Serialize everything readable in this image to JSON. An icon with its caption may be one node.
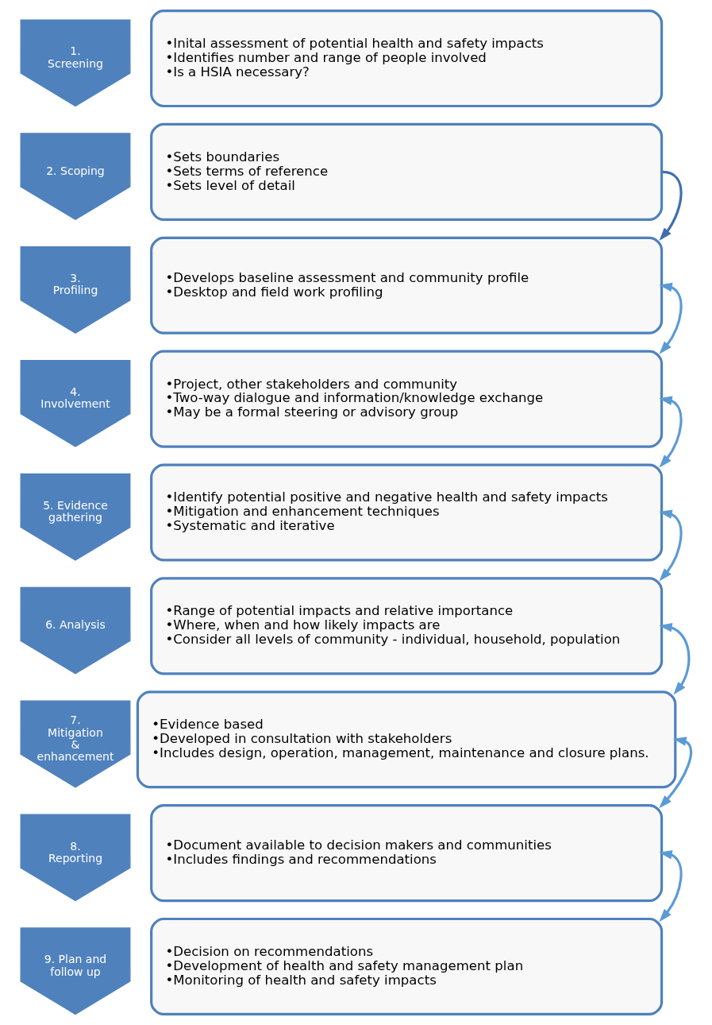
{
  "diagram": {
    "nodes": [
      {
        "text": [
          "1. Screening"
        ]
      },
      {
        "text": [
          "•Inital assessment of potential health and safety impacts",
          "•Identifies number and range of people involved",
          "•Is a HSIA necessary?"
        ]
      },
      {
        "text": [
          "2. Scoping"
        ]
      },
      {
        "text": [
          "•Sets boundaries",
          "•Sets terms of reference",
          "•Sets level of detail"
        ]
      },
      {
        "text": [
          "3. Profiling"
        ]
      },
      {
        "text": [
          "•Develops baseline assessment and community profile",
          "•Desktop and field work profiling"
        ]
      },
      {
        "text": [
          "4. Involvement"
        ]
      },
      {
        "text": [
          "•Project, other stakeholders and community",
          "•Two-way dialogue and information/knowledge exchange",
          "•May be a formal steering or advisory group"
        ]
      },
      {
        "text": [
          "5. Evidence gathering"
        ]
      },
      {
        "text": [
          "•Identify potential positive and negative health and safety impacts",
          "•Mitigation and enhancement techniques",
          "•Systematic and iterative"
        ]
      },
      {
        "text": [
          "6. Analysis"
        ]
      },
      {
        "text": [
          "•Range of potential impacts and relative importance",
          "•Where, when and how likely impacts are",
          "•Consider all levels of community - individual, household, population"
        ]
      },
      {
        "text": [
          "7. Mitigation & enhancement"
        ]
      },
      {
        "text": [
          "•Evidence based",
          "•Developed in consultation with stakeholders",
          "•Includes design, operation, management, maintenance and closure plans."
        ]
      },
      {
        "text": [
          "8. Reporting"
        ]
      },
      {
        "text": [
          "•Document available to decision makers and communities",
          "•Includes findings and recommendations"
        ]
      },
      {
        "text": [
          "9. Plan and follow up"
        ]
      },
      {
        "text": [
          "•Decision on recommendations",
          "•Development of health and safety management plan",
          "•Monitoring of health and safety impacts"
        ]
      }
    ],
    "edges": [
      {
        "from": 3,
        "to": 5,
        "arrow": "to",
        "color": "#3f6fb0"
      },
      {
        "from": 5,
        "to": 7,
        "arrow": "both"
      },
      {
        "from": 7,
        "to": 9,
        "arrow": "both"
      },
      {
        "from": 9,
        "to": 11,
        "arrow": "both"
      },
      {
        "from": 11,
        "to": 13,
        "arrow": "both"
      },
      {
        "from": 13,
        "to": 15,
        "arrow": "both"
      },
      {
        "from": 15,
        "to": 17,
        "arrow": "both"
      }
    ]
  }
}
